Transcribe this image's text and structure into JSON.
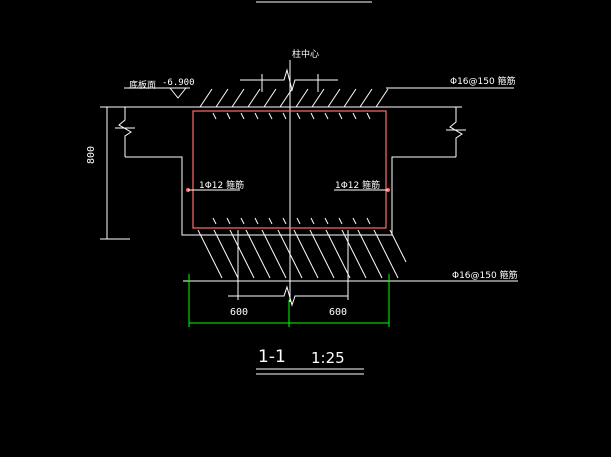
{
  "drawing": {
    "center_label": "柱中心",
    "slab_bottom_label": "底板面",
    "elevation": "-6.900",
    "top_rebar": "Φ16@150 箍筋",
    "bottom_rebar": "Φ16@150 箍筋",
    "side_rebar_left": "1Φ12 箍筋",
    "side_rebar_right": "1Φ12 箍筋",
    "depth_dim": "800",
    "width_left_dim": "600",
    "width_right_dim": "600",
    "section_title": "1-1",
    "scale": "1:25"
  },
  "colors": {
    "background": "#000000",
    "lines": "#ffffff",
    "rebar": "#ff6a6a",
    "dimension": "#00ff00",
    "text": "#ffffff"
  }
}
